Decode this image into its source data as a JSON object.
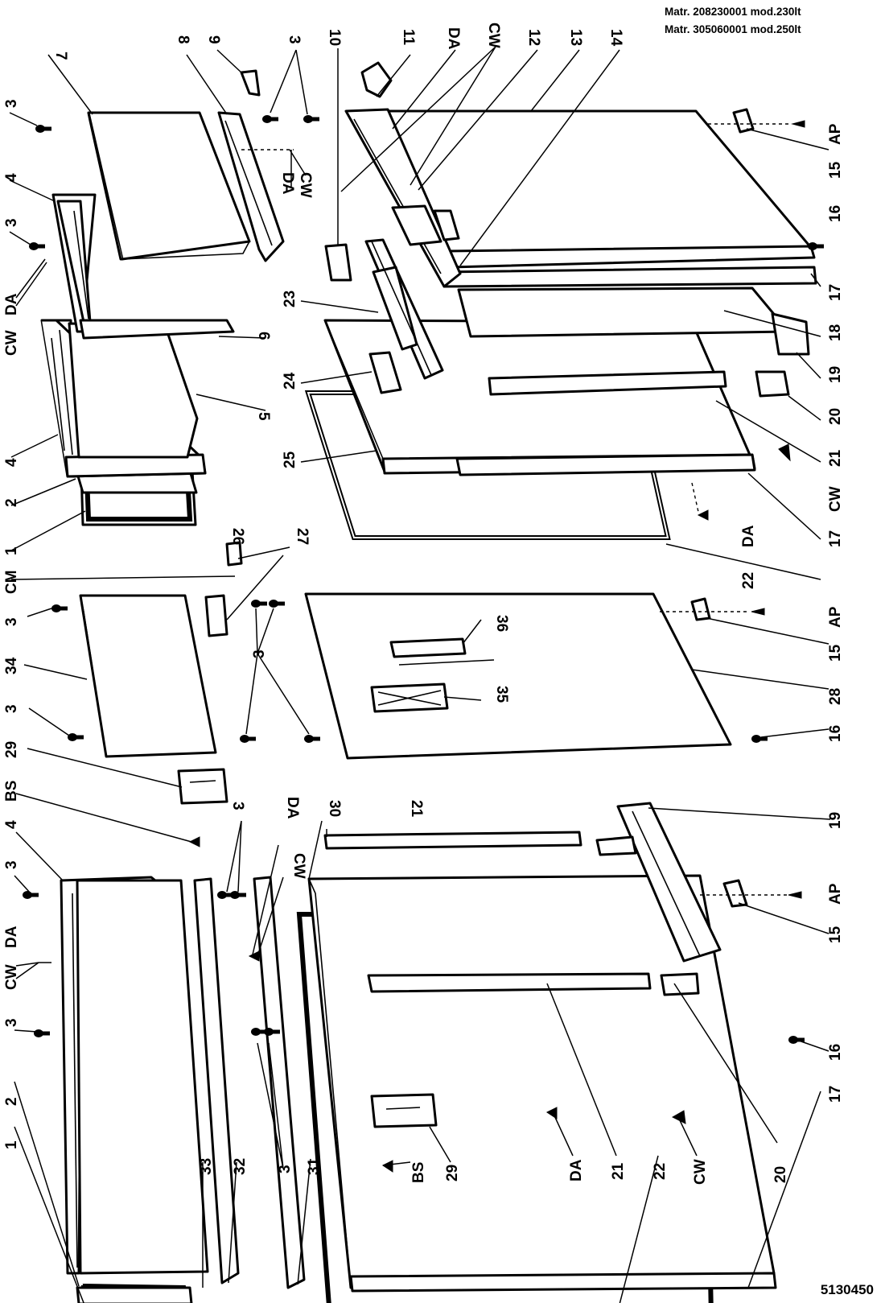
{
  "header": {
    "line1": "Matr. 208230001 mod.230lt",
    "line2": "Matr. 305060001 mod.250lt"
  },
  "drawing_code": "5130450",
  "callouts": {
    "c1a": "1",
    "c2a": "2",
    "c4a": "4",
    "c5": "5",
    "c4b": "4",
    "c6": "6",
    "cwA": "CW",
    "daA": "DA",
    "c3a": "3",
    "c3b": "3",
    "c7": "7",
    "c8": "8",
    "c9": "9",
    "c3c": "3",
    "daB": "DA",
    "cwB": "CW",
    "c10": "10",
    "c11": "11",
    "daC": "DA",
    "cwC": "CW",
    "c12": "12",
    "c13": "13",
    "c14": "14",
    "apA": "AP",
    "c15a": "15",
    "c16a": "16",
    "c17a": "17",
    "c18": "18",
    "c19a": "19",
    "c20a": "20",
    "c21a": "21",
    "cwD": "CW",
    "c17b": "17",
    "daD": "DA",
    "c22a": "22",
    "c23": "23",
    "c24": "24",
    "c25": "25",
    "cmA": "CM",
    "c26": "26",
    "c27": "27",
    "c3d": "3",
    "c34": "34",
    "c3e": "3",
    "c29a": "29",
    "bsA": "BS",
    "c3f": "3",
    "c36": "36",
    "c35": "35",
    "apB": "AP",
    "c15b": "15",
    "c28": "28",
    "c16b": "16",
    "c4c": "4",
    "c3g": "3",
    "daE": "DA",
    "cwE": "CW",
    "c3h": "3",
    "c2b": "2",
    "c1b": "1",
    "c30": "30",
    "c21b": "21",
    "c19b": "19",
    "daF": "DA",
    "c3i": "3",
    "cwF": "CW",
    "apC": "AP",
    "c15c": "15",
    "c16c": "16",
    "c17c": "17",
    "c33": "33",
    "c32": "32",
    "c3j": "3",
    "c31": "31",
    "bsB": "BS",
    "c29b": "29",
    "daG": "DA",
    "c21c": "21",
    "c22b": "22",
    "cwG": "CW",
    "c20b": "20"
  }
}
